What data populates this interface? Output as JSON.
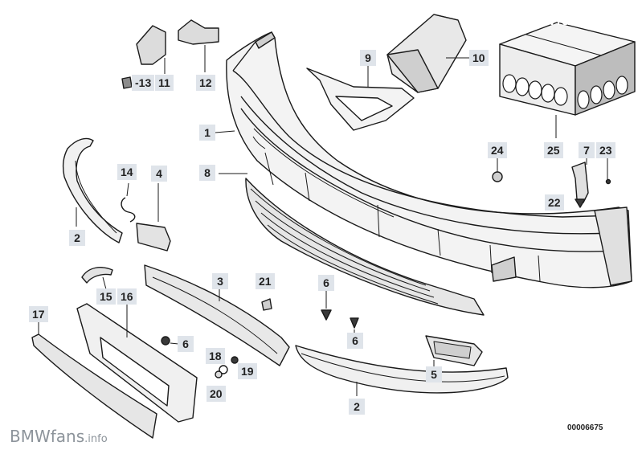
{
  "watermark_top": {
    "main": "BMWfans",
    "suffix": ".info"
  },
  "watermark_bottom": {
    "main": "BMWfans",
    "suffix": ".info"
  },
  "diagram_code": "00006675",
  "callouts": {
    "c1": "1",
    "c2a": "2",
    "c2b": "2",
    "c3": "3",
    "c4": "4",
    "c5": "5",
    "c6a": "6",
    "c6b": "6",
    "c6c": "6",
    "c7": "7",
    "c8": "8",
    "c9": "9",
    "c10": "10",
    "c11": "11",
    "c12": "12",
    "c13": "-13",
    "c14": "14",
    "c15": "15",
    "c16": "16",
    "c17": "17",
    "c18": "18",
    "c19": "19",
    "c20": "20",
    "c21": "21",
    "c22": "22",
    "c23": "23",
    "c24": "24",
    "c25": "25"
  },
  "colors": {
    "line": "#1a1a1a",
    "fill_light": "#f2f2f2",
    "fill_mid": "#cfcfcf",
    "fill_dark": "#8c8c8c",
    "label_bg": "#dfe4ea"
  }
}
